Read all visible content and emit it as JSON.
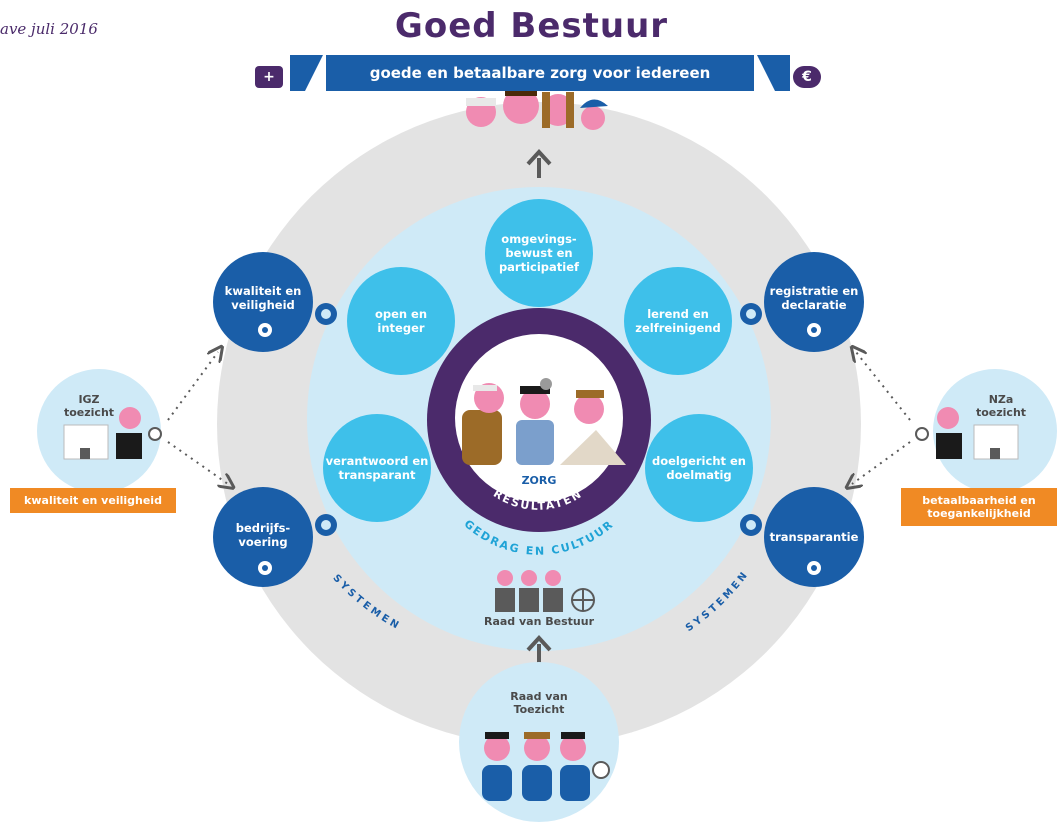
{
  "edition": "ave juli 2016",
  "title": "Goed Bestuur",
  "banner": "goede en betaalbare zorg voor iedereen",
  "banner_icons": {
    "left": "medical-case-icon",
    "right": "euro-purse-icon"
  },
  "inner_circles": {
    "top": "omgevings- bewust en participatief",
    "left_upper": "open en integer",
    "right_upper": "lerend en zelfreinigend",
    "left_lower": "verantwoord en transparant",
    "right_lower": "doelgericht en doelmatig"
  },
  "core": {
    "zorg": "ZORG",
    "resultaten": "RESULTATEN",
    "gedrag": "GEDRAG EN CULTUUR"
  },
  "outer_circles": {
    "top_left": "kwaliteit en veiligheid",
    "bottom_left": "bedrijfs- voering",
    "top_right": "registratie en declaratie",
    "bottom_right": "transparantie"
  },
  "systemen": "SYSTEMEN",
  "raad_van_bestuur": "Raad van Bestuur",
  "raad_van_toezicht": "Raad van Toezicht",
  "igz": {
    "name": "IGZ",
    "sub": "toezicht",
    "box": "kwaliteit en veiligheid"
  },
  "nza": {
    "name": "NZa",
    "sub": "toezicht",
    "box": "betaalbaarheid en toegankelijkheid"
  },
  "colors": {
    "purple": "#4b2a6b",
    "dark_blue": "#1a5ea8",
    "light_blue": "#3ec0ea",
    "pale_blue": "#cfeaf7",
    "grey_ring": "#e3e3e3",
    "orange": "#f08a24",
    "skin": "#f08bb2"
  }
}
